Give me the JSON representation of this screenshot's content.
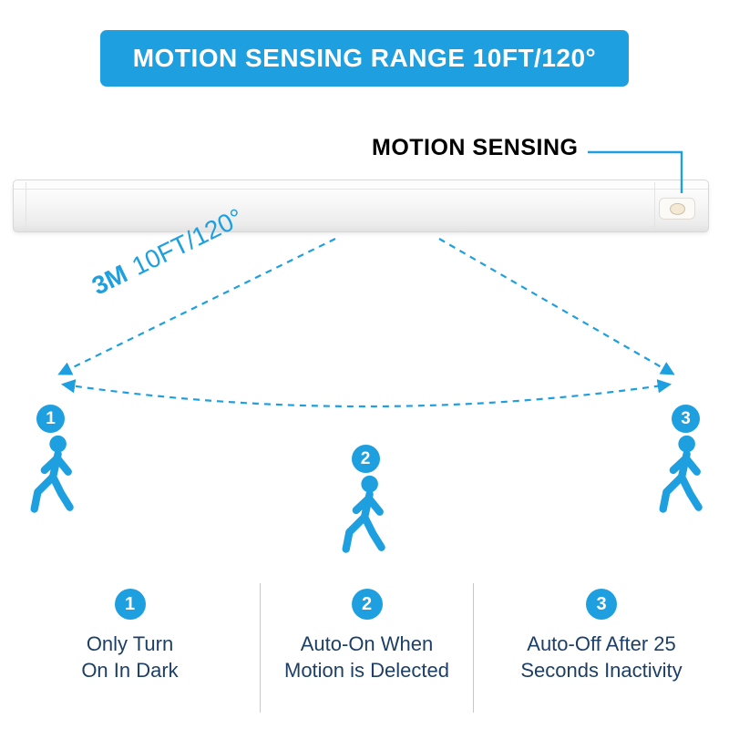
{
  "banner": {
    "title": "MOTION SENSING RANGE 10FT/120°"
  },
  "callout": {
    "label": "MOTION SENSING"
  },
  "range_label": {
    "bold": "3M",
    "rest": "10FT/120°"
  },
  "figures": [
    {
      "number": "1"
    },
    {
      "number": "2"
    },
    {
      "number": "3"
    }
  ],
  "features": [
    {
      "number": "1",
      "line1": "Only Turn",
      "line2": "On In Dark"
    },
    {
      "number": "2",
      "line1": "Auto-On When",
      "line2": "Motion is Delected"
    },
    {
      "number": "3",
      "line1": "Auto-Off After 25",
      "line2": "Seconds Inactivity"
    }
  ],
  "colors": {
    "accent": "#1e9fdf",
    "text_dark": "#1d3f66"
  }
}
